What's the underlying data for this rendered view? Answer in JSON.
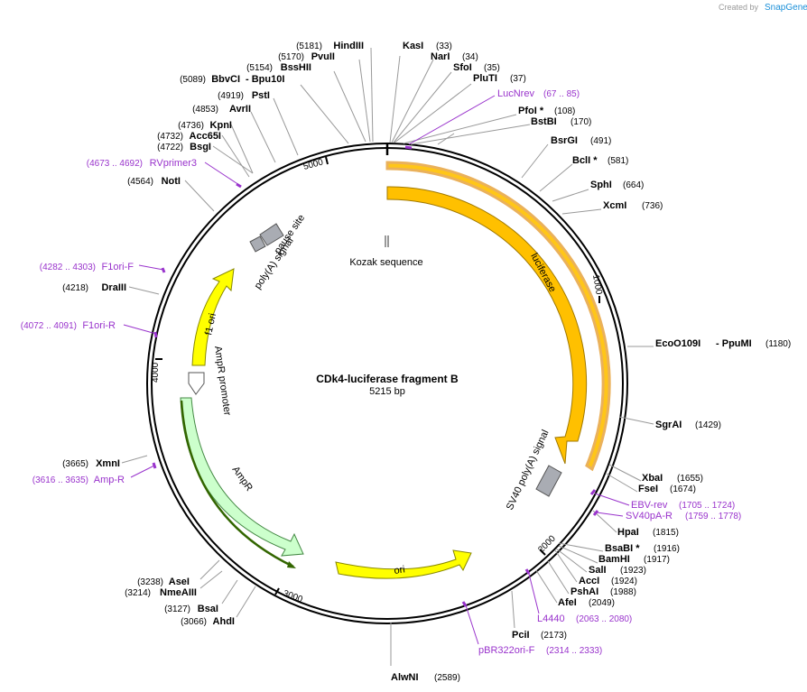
{
  "branding": {
    "created_by": "Created by",
    "product": "SnapGene"
  },
  "plasmid": {
    "name": "CDk4-luciferase fragment B",
    "length_label": "5215 bp",
    "length": 5215
  },
  "ticks": [
    "1000",
    "2000",
    "3000",
    "4000",
    "5000"
  ],
  "features": [
    {
      "name": "luciferase",
      "color": "#ffc000"
    },
    {
      "name": "SV40 poly(A) signal",
      "color": "#a9acb3"
    },
    {
      "name": "ori",
      "color": "#ffff00"
    },
    {
      "name": "AmpR",
      "color": "#ccffcc"
    },
    {
      "name": "AmpR promoter",
      "color": "#ffffff"
    },
    {
      "name": "f1 ori",
      "color": "#ffff00"
    },
    {
      "name": "poly(A) signal",
      "color": "#a9acb3"
    },
    {
      "name": "pause site",
      "color": "#a9acb3"
    },
    {
      "name": "Kozak sequence",
      "color": "#888888"
    }
  ],
  "enzymes": [
    {
      "name": "KasI",
      "pos": "(33)"
    },
    {
      "name": "NarI",
      "pos": "(34)"
    },
    {
      "name": "SfoI",
      "pos": "(35)"
    },
    {
      "name": "PluTI",
      "pos": "(37)"
    },
    {
      "name": "PfoI *",
      "pos": "(108)"
    },
    {
      "name": "BstBI",
      "pos": "(170)"
    },
    {
      "name": "BsrGI",
      "pos": "(491)"
    },
    {
      "name": "BclI *",
      "pos": "(581)"
    },
    {
      "name": "SphI",
      "pos": "(664)"
    },
    {
      "name": "XcmI",
      "pos": "(736)"
    },
    {
      "name": "EcoO109I",
      "name2": "PpuMI",
      "pos": "(1180)"
    },
    {
      "name": "SgrAI",
      "pos": "(1429)"
    },
    {
      "name": "XbaI",
      "pos": "(1655)"
    },
    {
      "name": "FseI",
      "pos": "(1674)"
    },
    {
      "name": "HpaI",
      "pos": "(1815)"
    },
    {
      "name": "BsaBI *",
      "pos": "(1916)"
    },
    {
      "name": "BamHI",
      "pos": "(1917)"
    },
    {
      "name": "SalI",
      "pos": "(1923)"
    },
    {
      "name": "AccI",
      "pos": "(1924)"
    },
    {
      "name": "PshAI",
      "pos": "(1988)"
    },
    {
      "name": "AfeI",
      "pos": "(2049)"
    },
    {
      "name": "PciI",
      "pos": "(2173)"
    },
    {
      "name": "AlwNI",
      "pos": "(2589)"
    },
    {
      "name": "AhdI",
      "pos": "(3066)"
    },
    {
      "name": "BsaI",
      "pos": "(3127)"
    },
    {
      "name": "NmeAIII",
      "pos": "(3214)"
    },
    {
      "name": "AseI",
      "pos": "(3238)"
    },
    {
      "name": "XmnI",
      "pos": "(3665)"
    },
    {
      "name": "DraIII",
      "pos": "(4218)"
    },
    {
      "name": "NotI",
      "pos": "(4564)"
    },
    {
      "name": "BsgI",
      "pos": "(4722)"
    },
    {
      "name": "Acc65I",
      "pos": "(4732)"
    },
    {
      "name": "KpnI",
      "pos": "(4736)"
    },
    {
      "name": "AvrII",
      "pos": "(4853)"
    },
    {
      "name": "PstI",
      "pos": "(4919)"
    },
    {
      "name": "BbvCI",
      "name2": "Bpu10I",
      "pos": "(5089)"
    },
    {
      "name": "BssHII",
      "pos": "(5154)"
    },
    {
      "name": "PvuII",
      "pos": "(5170)"
    },
    {
      "name": "HindIII",
      "pos": "(5181)"
    }
  ],
  "primers": [
    {
      "name": "LucNrev",
      "pos": "(67 .. 85)"
    },
    {
      "name": "EBV-rev",
      "pos": "(1705 .. 1724)"
    },
    {
      "name": "SV40pA-R",
      "pos": "(1759 .. 1778)"
    },
    {
      "name": "L4440",
      "pos": "(2063 .. 2080)"
    },
    {
      "name": "pBR322ori-F",
      "pos": "(2314 .. 2333)"
    },
    {
      "name": "Amp-R",
      "pos": "(3616 .. 3635)"
    },
    {
      "name": "F1ori-R",
      "pos": "(4072 .. 4091)"
    },
    {
      "name": "F1ori-F",
      "pos": "(4282 .. 4303)"
    },
    {
      "name": "RVprimer3",
      "pos": "(4673 .. 4692)"
    }
  ]
}
